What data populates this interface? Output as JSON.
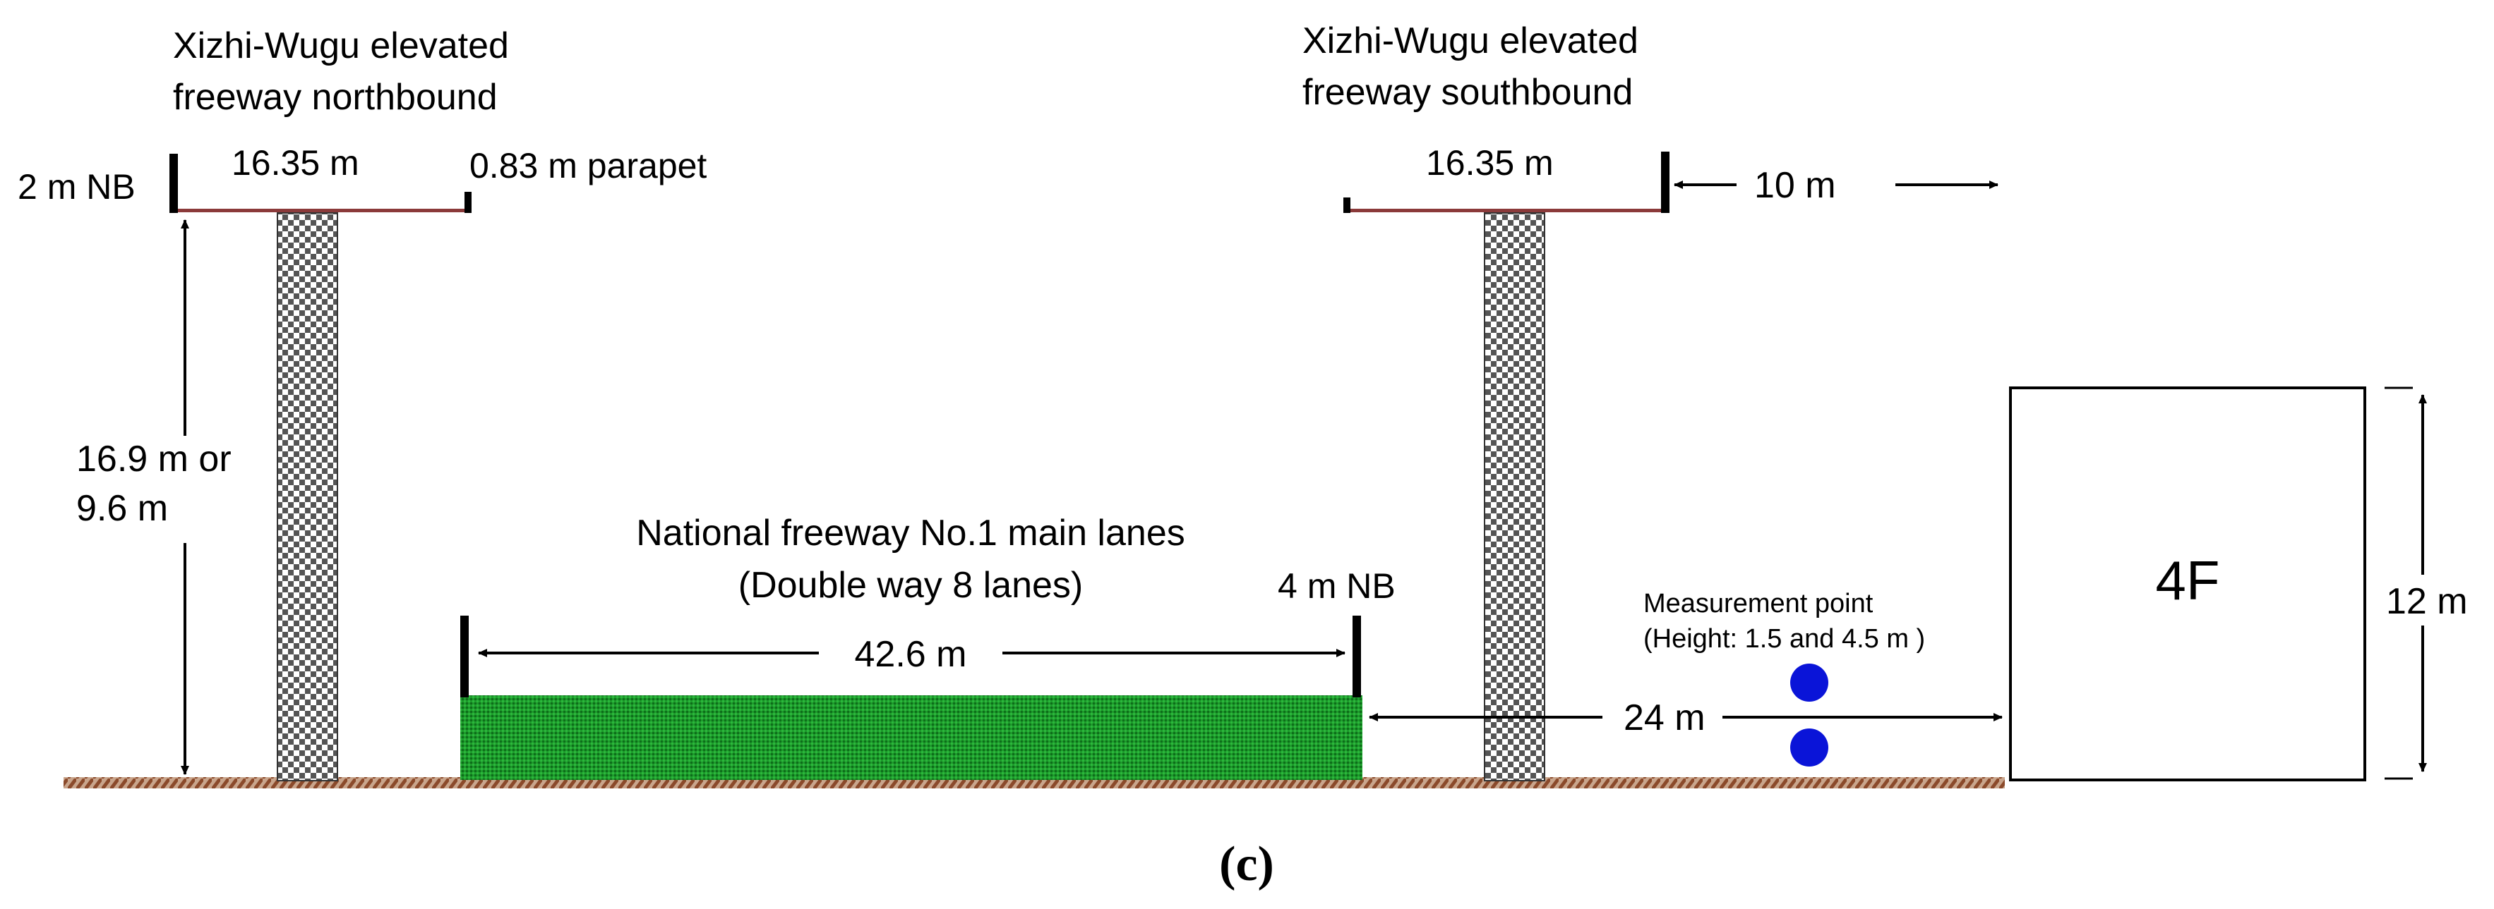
{
  "labels": {
    "nb_freeway_line1": "Xizhi-Wugu elevated",
    "nb_freeway_line2": "freeway northbound",
    "sb_freeway_line1": "Xizhi-Wugu elevated",
    "sb_freeway_line2": "freeway southbound",
    "nb_noise_barrier": "2 m NB",
    "nb_deck_width": "16.35 m",
    "parapet": "0.83 m parapet",
    "sb_deck_width": "16.35 m",
    "setback_distance": "10 m",
    "deck_height_line1": "16.9 m or",
    "deck_height_line2": "9.6 m",
    "main_lanes_line1": "National freeway No.1 main lanes",
    "main_lanes_line2": "(Double way 8 lanes)",
    "main_lanes_width": "42.6 m",
    "ground_noise_barrier": "4 m NB",
    "measurement_line1": "Measurement point",
    "measurement_line2": "(Height: 1.5 and 4.5 m )",
    "measurement_distance": "24 m",
    "building_floors": "4F",
    "building_height": "12 m",
    "caption": "(c)"
  },
  "colors": {
    "lanes_fill": "#1e9a2c",
    "deck_line": "#8b3a3a",
    "ground_hatch": "#8b4a2b",
    "measurement_point": "#0a14d8"
  }
}
